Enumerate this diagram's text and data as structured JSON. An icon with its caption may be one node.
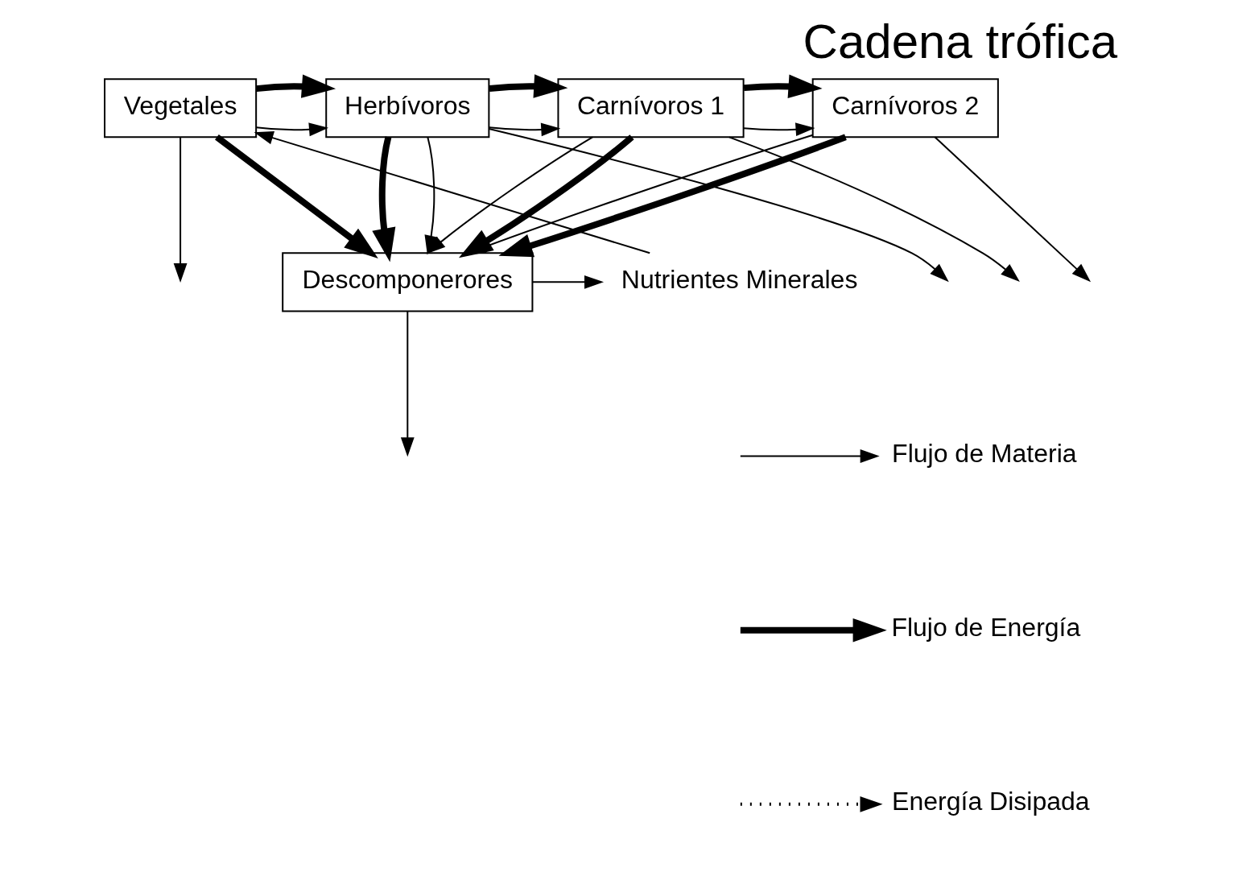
{
  "diagram": {
    "title": "Cadena trófica",
    "nodes": [
      {
        "text": [
          "Vegetales"
        ]
      },
      {
        "text": [
          "Herbívoros"
        ]
      },
      {
        "text": [
          "Carnívoros 1"
        ]
      },
      {
        "text": [
          "Carnívoros 2"
        ]
      },
      {
        "text": [
          "Nutrientes Minerales"
        ]
      },
      {
        "text": [
          "Descomponerores"
        ]
      }
    ],
    "edges": [
      {
        "from": 0,
        "to": 1,
        "arrow": "to"
      },
      {
        "from": 0,
        "to": 1,
        "arrow": "to",
        "style": "thick"
      },
      {
        "from": 1,
        "to": 2,
        "arrow": "to"
      },
      {
        "from": 1,
        "to": 2,
        "arrow": "to",
        "style": "thick"
      },
      {
        "from": 2,
        "to": 3,
        "arrow": "to"
      },
      {
        "from": 2,
        "to": 3,
        "arrow": "to",
        "style": "thick"
      },
      {
        "from": 0,
        "to": 5,
        "arrow": "to",
        "style": "thick"
      },
      {
        "from": 1,
        "to": 5,
        "arrow": "to",
        "style": "thick"
      },
      {
        "from": 1,
        "to": 5,
        "arrow": "to"
      },
      {
        "from": 2,
        "to": 5,
        "arrow": "to"
      },
      {
        "from": 2,
        "to": 5,
        "arrow": "to",
        "style": "thick"
      },
      {
        "from": 3,
        "to": 5,
        "arrow": "to"
      },
      {
        "from": 3,
        "to": 5,
        "arrow": "to",
        "style": "thick"
      },
      {
        "from": 5,
        "to": 4,
        "arrow": "to"
      },
      {
        "from": 4,
        "to": 0,
        "arrow": "to"
      },
      {
        "from": 0,
        "to": null,
        "arrow": "to"
      },
      {
        "from": 1,
        "to": null,
        "arrow": "to"
      },
      {
        "from": 2,
        "to": null,
        "arrow": "to"
      },
      {
        "from": 3,
        "to": null,
        "arrow": "to"
      },
      {
        "from": 5,
        "to": null,
        "arrow": "to"
      }
    ],
    "legend": [
      {
        "text": "Flujo de Materia"
      },
      {
        "text": "Flujo de Energía"
      },
      {
        "text": "Energía Disipada"
      }
    ]
  }
}
